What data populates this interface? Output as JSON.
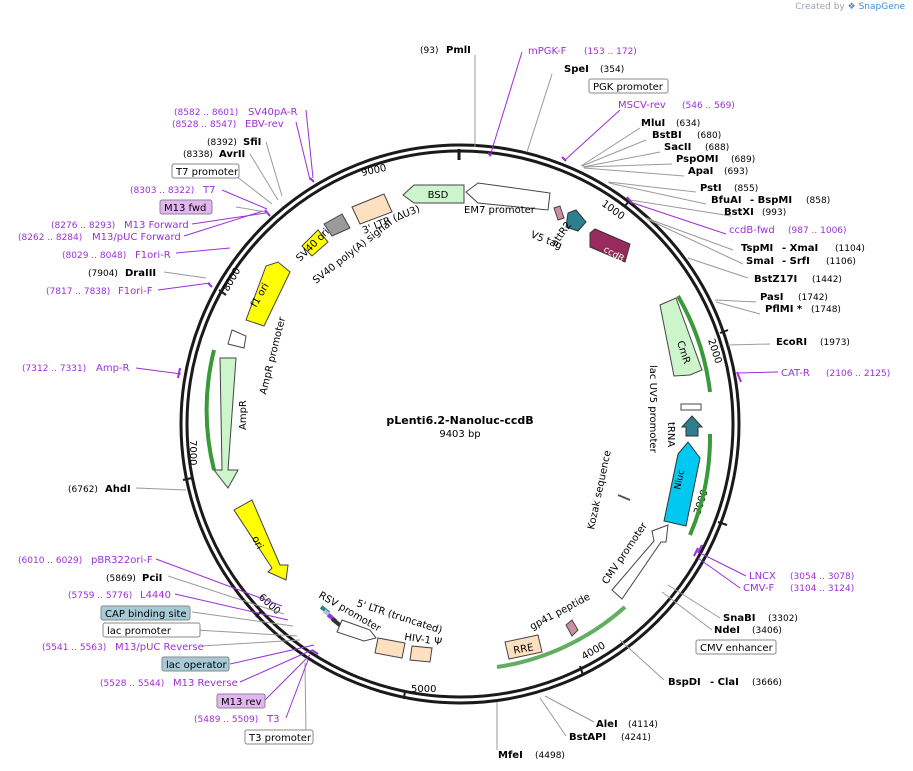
{
  "watermark": {
    "prefix": "Created by",
    "brand": "SnapGene"
  },
  "title": "pLenti6.2-Nanoluc-ccdB",
  "length_label": "9403 bp",
  "colors": {
    "site": "#000000",
    "primer": "#9b30d9",
    "line": "#9a9a9a",
    "primer_line": "#9b30d9"
  },
  "ruler": [
    "9000",
    "1000",
    "2000",
    "3000",
    "4000",
    "5000",
    "6000",
    "7000",
    "8000"
  ],
  "sites": [
    {
      "label": "PmlI",
      "pos": "(93)"
    },
    {
      "label": "SpeI",
      "pos": "(354)"
    },
    {
      "label": "MluI",
      "pos": "(634)"
    },
    {
      "label": "BstBI",
      "pos": "(680)"
    },
    {
      "label": "SacII",
      "pos": "(688)"
    },
    {
      "label": "PspOMI",
      "pos": "(689)"
    },
    {
      "label": "ApaI",
      "pos": "(693)"
    },
    {
      "label": "PstI",
      "pos": "(855)"
    },
    {
      "label": "BfuAI",
      "label2": "- BspMI",
      "pos": "(858)"
    },
    {
      "label": "BstXI",
      "pos": "(993)"
    },
    {
      "label": "TspMI",
      "label2": "- XmaI",
      "pos": "(1104)"
    },
    {
      "label": "SmaI",
      "label2": "- SrfI",
      "pos": "(1106)"
    },
    {
      "label": "BstZ17I",
      "pos": "(1442)"
    },
    {
      "label": "PasI",
      "pos": "(1742)"
    },
    {
      "label": "PflMI *",
      "pos": "(1748)"
    },
    {
      "label": "EcoRI",
      "pos": "(1973)"
    },
    {
      "label": "SnaBI",
      "pos": "(3302)"
    },
    {
      "label": "NdeI",
      "pos": "(3406)"
    },
    {
      "label": "BspDI",
      "label2": "- ClaI",
      "pos": "(3666)"
    },
    {
      "label": "AleI",
      "pos": "(4114)"
    },
    {
      "label": "BstAPI",
      "pos": "(4241)"
    },
    {
      "label": "MfeI",
      "pos": "(4498)"
    },
    {
      "label": "PciI",
      "pos": "(5869)"
    },
    {
      "label": "AhdI",
      "pos": "(6762)"
    },
    {
      "label": "DraIII",
      "pos": "(7904)"
    },
    {
      "label": "AvrII",
      "pos": "(8338)"
    },
    {
      "label": "SfiI",
      "pos": "(8392)"
    }
  ],
  "primers": [
    {
      "label": "mPGK-F",
      "range": "(153 .. 172)"
    },
    {
      "label": "MSCV-rev",
      "range": "(546 .. 569)"
    },
    {
      "label": "ccdB-fwd",
      "range": "(987 .. 1006)"
    },
    {
      "label": "CAT-R",
      "range": "(2106 .. 2125)"
    },
    {
      "label": "LNCX",
      "range": "(3054 .. 3078)"
    },
    {
      "label": "CMV-F",
      "range": "(3104 .. 3124)"
    },
    {
      "label": "T3",
      "range": "(5489 .. 5509)"
    },
    {
      "label": "M13 Reverse",
      "range": "(5528 .. 5544)"
    },
    {
      "label": "M13/pUC Reverse",
      "range": "(5541 .. 5563)"
    },
    {
      "label": "L4440",
      "range": "(5759 .. 5776)"
    },
    {
      "label": "pBR322ori-F",
      "range": "(6010 .. 6029)"
    },
    {
      "label": "Amp-R",
      "range": "(7312 .. 7331)"
    },
    {
      "label": "F1ori-F",
      "range": "(7817 .. 7838)"
    },
    {
      "label": "F1ori-R",
      "range": "(8029 .. 8048)"
    },
    {
      "label": "M13/pUC Forward",
      "range": "(8262 .. 8284)"
    },
    {
      "label": "M13 Forward",
      "range": "(8276 .. 8293)"
    },
    {
      "label": "T7",
      "range": "(8303 .. 8322)"
    },
    {
      "label": "EBV-rev",
      "range": "(8528 .. 8547)"
    },
    {
      "label": "SV40pA-R",
      "range": "(8582 .. 8601)"
    }
  ],
  "boxed": [
    {
      "label": "PGK promoter",
      "fill": "#ffffff"
    },
    {
      "label": "T7 promoter",
      "fill": "#ffffff"
    },
    {
      "label": "M13 fwd",
      "fill": "#e3b6f2"
    },
    {
      "label": "CMV enhancer",
      "fill": "#ffffff"
    },
    {
      "label": "CAP binding site",
      "fill": "#a6cbd6"
    },
    {
      "label": "lac promoter",
      "fill": "#ffffff"
    },
    {
      "label": "lac operator",
      "fill": "#a6cbd6"
    },
    {
      "label": "M13 rev",
      "fill": "#e3b6f2"
    },
    {
      "label": "T3 promoter",
      "fill": "#ffffff"
    }
  ],
  "features": [
    {
      "label": "BSD",
      "fill": "#ccf5cc"
    },
    {
      "label": "EM7 promoter",
      "fill": "#ffffff"
    },
    {
      "label": "attR2",
      "fill": "#2e7f8e"
    },
    {
      "label": "V5 tag",
      "fill": "#cc8fa8"
    },
    {
      "label": "ccdB",
      "fill": "#992a5e"
    },
    {
      "label": "CmR",
      "fill": "#ccf5cc"
    },
    {
      "label": "lac UV5 promoter",
      "fill": "#ffffff"
    },
    {
      "label": "tRNA",
      "fill": "#2e7f8e"
    },
    {
      "label": "Nluc",
      "fill": "#00c8f0"
    },
    {
      "label": "Kozak sequence",
      "fill": "#555555"
    },
    {
      "label": "CMV promoter",
      "fill": "#ffffff"
    },
    {
      "label": "gp41 peptide",
      "fill": "#cc8fa8"
    },
    {
      "label": "RRE",
      "fill": "#fde0c0"
    },
    {
      "label": "HIV-1 Ψ",
      "fill": "#fde0c0"
    },
    {
      "label": "5' LTR (truncated)",
      "fill": "#fde0c0"
    },
    {
      "label": "RSV promoter",
      "fill": "#ffffff"
    },
    {
      "label": "ori",
      "fill": "#ffff00"
    },
    {
      "label": "AmpR",
      "fill": "#ccf5cc"
    },
    {
      "label": "AmpR promoter",
      "fill": "#ffffff"
    },
    {
      "label": "f1 ori",
      "fill": "#ffff00"
    },
    {
      "label": "SV40 ori",
      "fill": "#ffff00"
    },
    {
      "label": "SV40 poly(A) signal",
      "fill": "#9a9a9a"
    },
    {
      "label": "3' LTR (ΔU3)",
      "fill": "#fde0c0"
    }
  ]
}
